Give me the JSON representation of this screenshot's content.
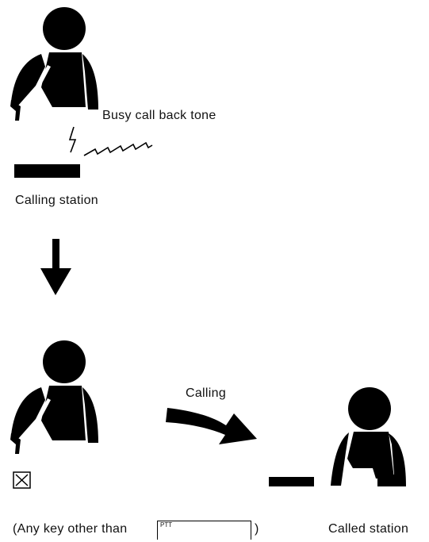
{
  "labels": {
    "busy_call_back_tone": "Busy call back tone",
    "calling_station": "Calling station",
    "calling": "Calling",
    "called_station": "Called station",
    "any_key_prefix": "(Any key other than",
    "any_key_suffix": ")",
    "ptt_key": "PTT"
  },
  "icons": {
    "caller_top": "person-pointing-icon",
    "phone_top": "telephone-icon",
    "tone": "sound-wave-icon",
    "transition_arrow": "arrow-down-icon",
    "caller_bottom": "person-pointing-icon",
    "key_press": "x-key-icon",
    "calling_arrow": "curved-arrow-icon",
    "phone_bottom": "telephone-icon",
    "called_person": "person-seated-icon"
  },
  "colors": {
    "ink": "#000000",
    "background": "#ffffff"
  }
}
